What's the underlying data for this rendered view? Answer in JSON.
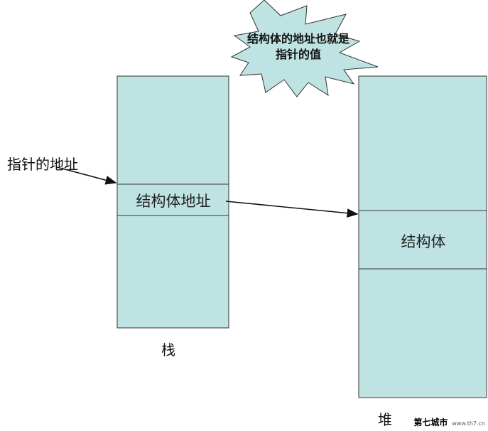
{
  "stack": {
    "cell_label": "结构体地址",
    "caption": "栈"
  },
  "heap": {
    "cell_label": "结构体",
    "caption": "堆"
  },
  "pointer_label": "指针的地址",
  "burst": {
    "line1": "结构体的地址也就是",
    "line2": "指针的值"
  },
  "watermark": {
    "name": "第七城市",
    "url": "www.th7.cn"
  }
}
